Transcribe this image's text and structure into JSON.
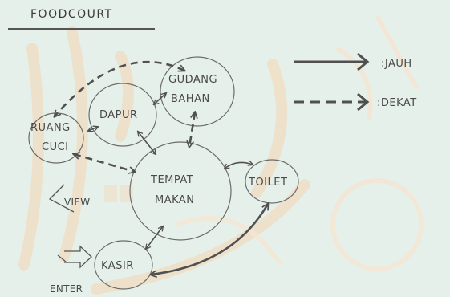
{
  "title": "FOODCOURT",
  "nodes": {
    "dapur": "DAPUR",
    "gudang_line1": "GUDANG",
    "gudang_line2": "BAHAN",
    "ruang_line1": "RUANG",
    "ruang_line2": "CUCI",
    "tempat_line1": "TEMPAT",
    "tempat_line2": "MAKAN",
    "toilet": "TOILET",
    "kasir": "KASIR"
  },
  "labels": {
    "view": "VIEW",
    "enter": "ENTER"
  },
  "legend": {
    "solid": ":JAUH",
    "dashed": ":DEKAT"
  },
  "colors": {
    "background": "#e6f0ea",
    "watermark": "#f0dfc6",
    "ink": "#505050"
  }
}
